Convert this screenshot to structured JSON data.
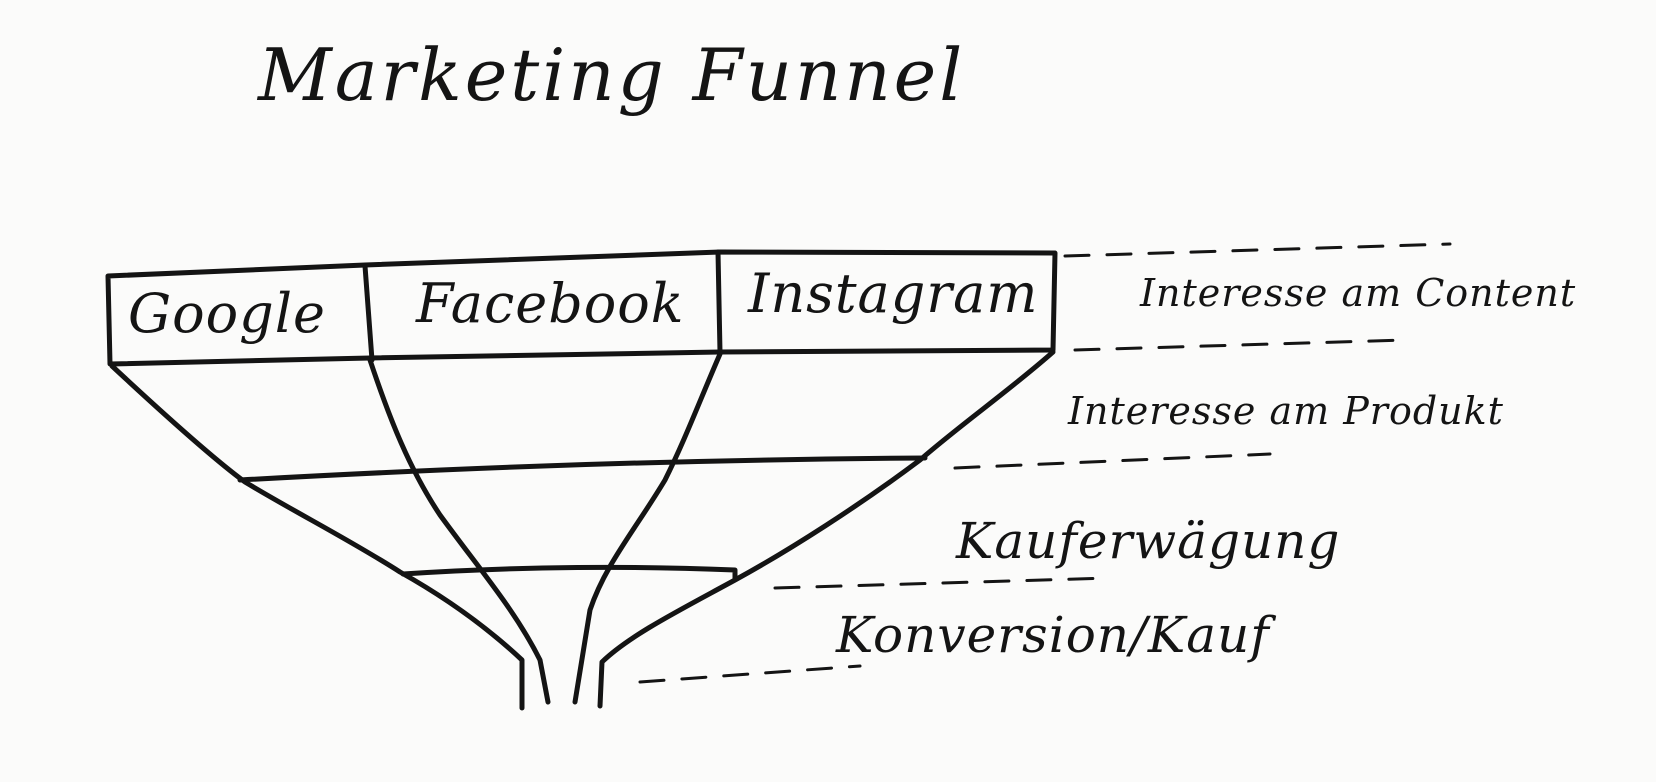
{
  "title": "Marketing Funnel",
  "channels": [
    {
      "label": "Google"
    },
    {
      "label": "Facebook"
    },
    {
      "label": "Instagram"
    }
  ],
  "stages": [
    {
      "label": "Interesse am Content"
    },
    {
      "label": "Interesse am Produkt"
    },
    {
      "label": "Kauferwägung"
    },
    {
      "label": "Konversion/Kauf"
    }
  ],
  "colors": {
    "ink": "#141414",
    "paper": "#fbfbfa"
  }
}
